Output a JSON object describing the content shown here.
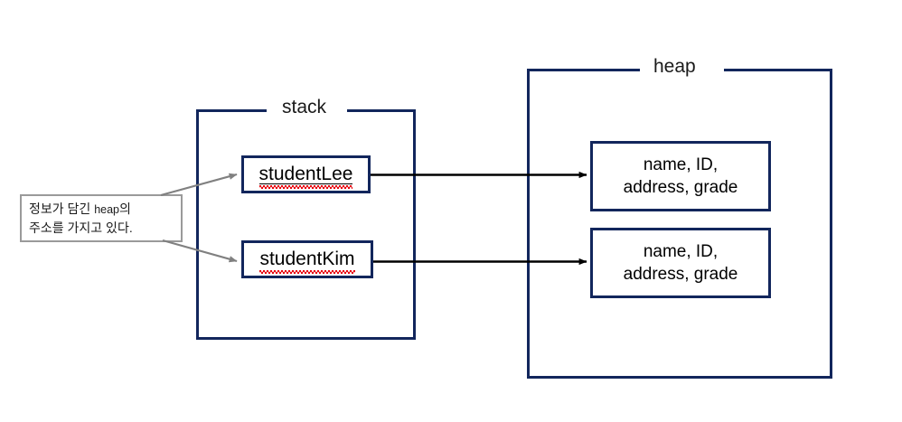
{
  "diagram": {
    "title": "stack and heap memory reference diagram",
    "colors": {
      "region_border": "#12265c",
      "box_border": "#12265c",
      "pointer_arrow": "#000000",
      "callout_arrow": "#808080",
      "callout_border": "#9a9a9a",
      "spellcheck_underline": "#e8000b",
      "background": "#ffffff"
    }
  },
  "stack": {
    "label": "stack",
    "variables": [
      {
        "name": "studentLee",
        "underlined": true,
        "spellcheck_flagged": true
      },
      {
        "name": "studentKim",
        "underlined": false,
        "spellcheck_flagged": true
      }
    ]
  },
  "heap": {
    "label": "heap",
    "objects": [
      {
        "line1": "name, ID,",
        "line2": "address, grade"
      },
      {
        "line1": "name, ID,",
        "line2": "address, grade"
      }
    ]
  },
  "callout": {
    "line1_pre": "정보가 담긴 ",
    "line1_lat": "heap",
    "line1_post": "의",
    "line2": "주소를 가지고 있다."
  }
}
